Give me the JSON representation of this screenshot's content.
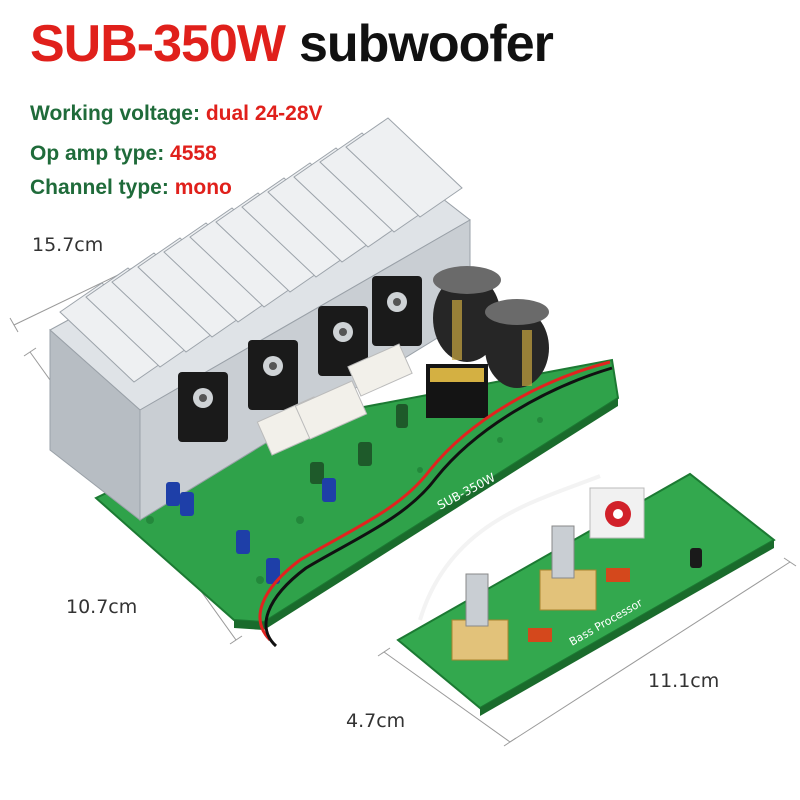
{
  "title": {
    "model": "SUB-350W",
    "kind": "subwoofer"
  },
  "specs": [
    {
      "key": "Working voltage:",
      "value": "dual 24-28V"
    },
    {
      "key": "Op amp type:",
      "value": "4558"
    },
    {
      "key": "Channel type:",
      "value": "mono"
    }
  ],
  "dimensions": {
    "main_length": "15.7cm",
    "main_width": "10.7cm",
    "pre_length": "11.1cm",
    "pre_width": "4.7cm"
  },
  "board_marks": {
    "main_board": "SUB-350W",
    "pre_board": "Bass Processor"
  },
  "colors": {
    "accent_red": "#e0201b",
    "label_green": "#1f6b3a",
    "pcb_green": "#2fa24a",
    "heatsink": "#c9ced3"
  }
}
